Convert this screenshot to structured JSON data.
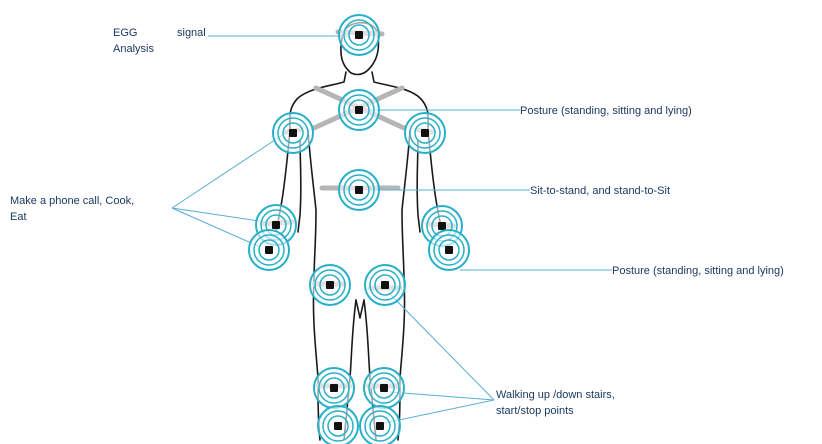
{
  "labels": {
    "egg_line1": "EGG",
    "egg_line2": "Analysis",
    "signal": "signal",
    "posture_top": "Posture (standing, sitting and lying)",
    "sit_to_stand": "Sit-to-stand, and stand-to-Sit",
    "phone_line1": "Make a phone call, Cook,",
    "phone_line2": "Eat",
    "posture_bottom": "Posture (standing, sitting and lying)",
    "walking_line1": "Walking up /down stairs,",
    "walking_line2": "start/stop points"
  },
  "colors": {
    "text": "#17375e",
    "connector": "#5aaed6",
    "sensor_ring": "#29b0c8",
    "body_outline": "#1a1a1a",
    "strap": "#b5b5b5",
    "sensor_chip": "#111111"
  },
  "sensor_icon": "concentric-rings-sensor-icon"
}
